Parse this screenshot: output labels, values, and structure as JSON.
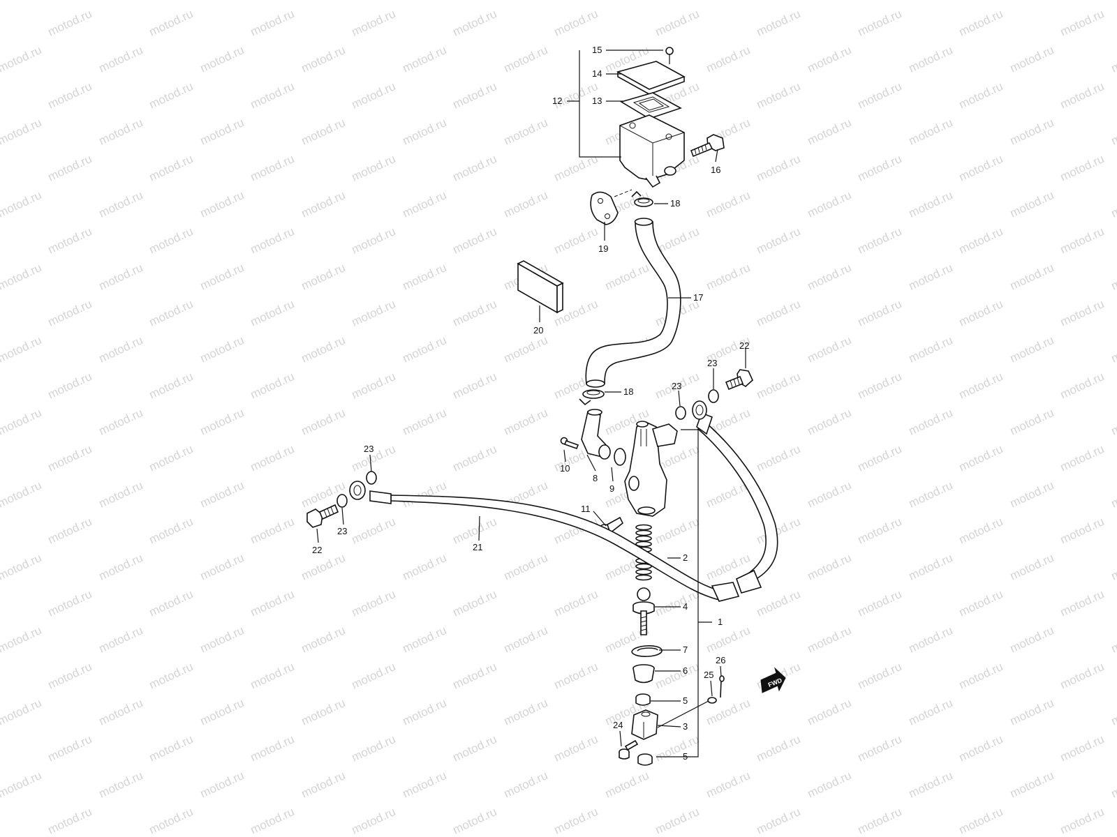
{
  "watermark": {
    "text": "motod.ru",
    "color": "#d4d4d4"
  },
  "diagram": {
    "type": "exploded-parts-diagram",
    "callouts": [
      "1",
      "2",
      "3",
      "4",
      "5",
      "5",
      "6",
      "7",
      "8",
      "9",
      "10",
      "11",
      "12",
      "13",
      "14",
      "15",
      "16",
      "17",
      "18",
      "18",
      "19",
      "20",
      "21",
      "22",
      "22",
      "23",
      "23",
      "23",
      "23",
      "24",
      "25",
      "26"
    ],
    "fwd_badge": "FWD"
  },
  "colors": {
    "line": "#111111",
    "background": "#ffffff"
  }
}
